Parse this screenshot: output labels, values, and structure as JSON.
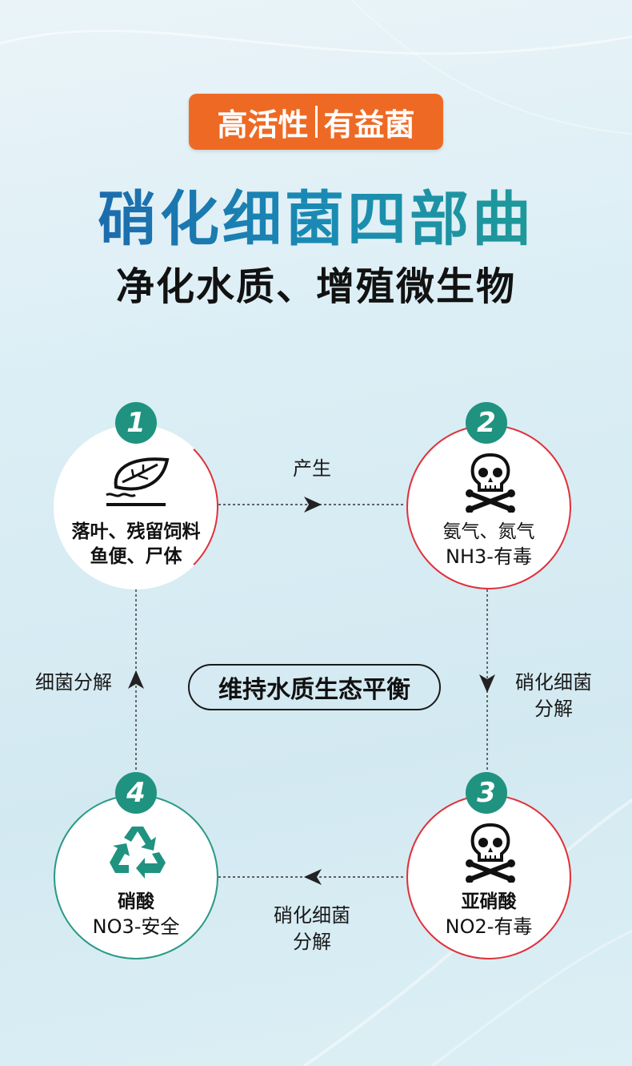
{
  "badge": {
    "left": "高活性",
    "right": "有益菌"
  },
  "title": "硝化细菌四部曲",
  "subtitle": "净化水质、增殖微生物",
  "nodes": [
    {
      "number": "1",
      "line1": "落叶、残留饲料",
      "line2": "鱼便、尸体",
      "icon": "leaf-icon"
    },
    {
      "number": "2",
      "line1": "氨气、氮气",
      "line2": "NH3-有毒",
      "icon": "skull-crossbones-icon"
    },
    {
      "number": "3",
      "line1": "亚硝酸",
      "line2": "NO2-有毒",
      "icon": "skull-crossbones-icon"
    },
    {
      "number": "4",
      "line1": "硝酸",
      "line2": "NO3-安全",
      "icon": "recycle-icon"
    }
  ],
  "edges": {
    "top": "产生",
    "right_line1": "硝化细菌",
    "right_line2": "分解",
    "bottom_line1": "硝化细菌",
    "bottom_line2": "分解",
    "left": "细菌分解"
  },
  "center": "维持水质生态平衡",
  "colors": {
    "badge": "#ee6a24",
    "title_start": "#1d5ea9",
    "title_end": "#22a08c",
    "number_circle": "#1f9380",
    "toxic_border": "#e0313a",
    "safe_border": "#2a9a86",
    "recycle": "#1f9380"
  }
}
